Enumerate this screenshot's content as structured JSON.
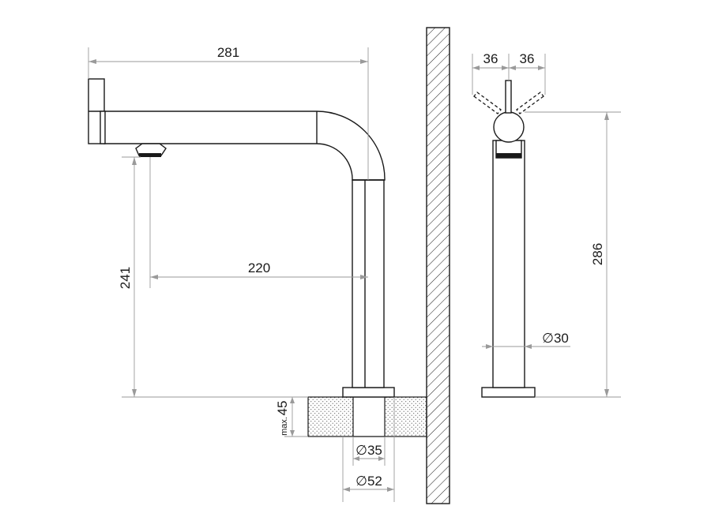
{
  "dimensions": {
    "spout_length": "281",
    "spout_height": "241",
    "reach": "220",
    "counter_thickness_prefix": "max.",
    "counter_thickness": "45",
    "inner_diameter": "∅35",
    "base_diameter": "∅52",
    "handle_left_offset": "36",
    "handle_right_offset": "36",
    "total_height": "286",
    "body_diameter": "∅30"
  }
}
